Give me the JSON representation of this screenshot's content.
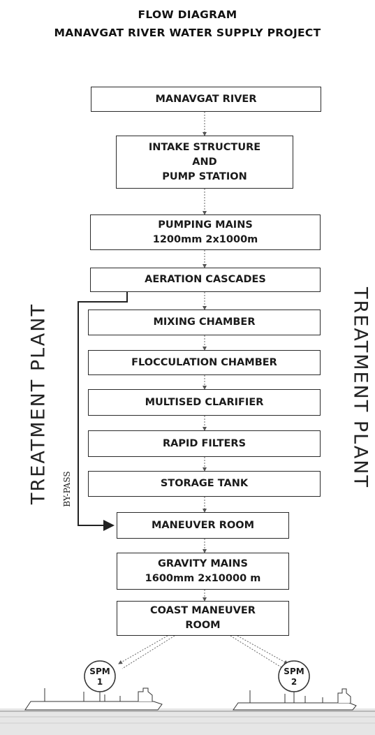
{
  "header": {
    "title_line1": "FLOW DIAGRAM",
    "title_line2": "MANAVGAT RIVER WATER SUPPLY PROJECT"
  },
  "steps": [
    "MANAVGAT  RIVER",
    "INTAKE STRUCTURE\nAND\nPUMP STATION",
    "PUMPING MAINS\n1200mm 2x1000m",
    "AERATION CASCADES",
    "MIXING CHAMBER",
    "FLOCCULATION CHAMBER",
    "MULTISED CLARIFIER",
    "RAPID FILTERS",
    "STORAGE TANK",
    "MANEUVER ROOM",
    "GRAVITY MAINS\n1600mm   2x10000 m",
    "COAST MANEUVER\nROOM"
  ],
  "side_labels": {
    "left": "TREATMENT PLANT",
    "right": "TREATMENT PLANT"
  },
  "bypass_label": "BY-PASS",
  "spm": [
    {
      "line1": "SPM",
      "line2": "1"
    },
    {
      "line1": "SPM",
      "line2": "2"
    }
  ],
  "colors": {
    "line": "#2a2a2a",
    "text": "#1a1a1a",
    "sea": "#c9c9c9"
  },
  "icons": [
    "tanker-ship-icon",
    "tanker-ship-icon"
  ]
}
